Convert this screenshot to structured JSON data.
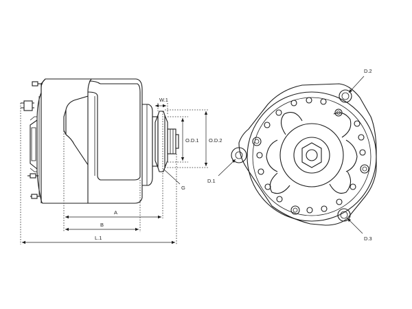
{
  "labels": {
    "a": "A",
    "b": "B",
    "l1": "L.1",
    "w1": "W.1",
    "od1": "O.D.1",
    "od2": "O.D.2",
    "g": "G",
    "d1": "D.1",
    "d2": "D.2",
    "d3": "D.3"
  }
}
